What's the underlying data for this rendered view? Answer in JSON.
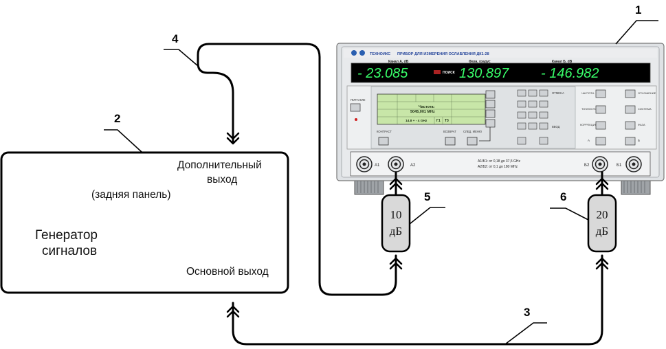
{
  "callouts": {
    "n1": "1",
    "n2": "2",
    "n3": "3",
    "n4": "4",
    "n5": "5",
    "n6": "6"
  },
  "generator": {
    "title_line1": "Генератор",
    "title_line2": "сигналов",
    "aux_output_line1": "Дополнительный",
    "aux_output_line2": "выход",
    "rear_panel": "(задняя панель)",
    "main_output": "Основной выход"
  },
  "attenuator_5": {
    "line1": "10",
    "line2": "дБ"
  },
  "attenuator_6": {
    "line1": "20",
    "line2": "дБ"
  },
  "instrument": {
    "brand": "ТЕХНОИКС",
    "model_title": "ПРИБОР ДЛЯ ИЗМЕРЕНИЯ ОСЛАБЛЕНИЯ ДК1-28",
    "channel_a_label": "Канал А, dB",
    "phase_label": "Фаза, градус",
    "channel_b_label": "Канал Б, dB",
    "reading_a": "- 23.085",
    "reading_phase": "130.897",
    "reading_b": "- 146.982",
    "search_label": "ПОИСК",
    "power_label": "ПИТАНИЕ",
    "contrast_label": "КОНТРАСТ",
    "return_label": "ВОЗВРАТ",
    "menu_label": "СЛЕД. МЕНЮ",
    "lcd_freq_title": "Частота:",
    "lcd_freq_value": "5045,001 MHz",
    "lcd_range": "14.8 + - 4 GHz",
    "lcd_t1": "Г1",
    "lcd_t3": "Т3",
    "port_a1": "А1",
    "port_a2": "А2",
    "port_b2": "Б2",
    "port_b1": "Б1",
    "range_line1": "А1/Б1: от 0,18 до 37,5 GHz",
    "range_line2": "А2/Б2: от 0,1 до 180 MHz",
    "right_keys": [
      "ЧАСТОТА",
      "ТОЧНОСТЬ",
      "КОРРЕКЦИЯ",
      "А"
    ],
    "right_keys_2": [
      "ОТНОШЕНИЕ",
      "СИСТЕМА",
      "ФАЗА",
      "Б"
    ],
    "mid_label_1": "ОТМЕНА",
    "mid_label_2": "ВВОД"
  }
}
